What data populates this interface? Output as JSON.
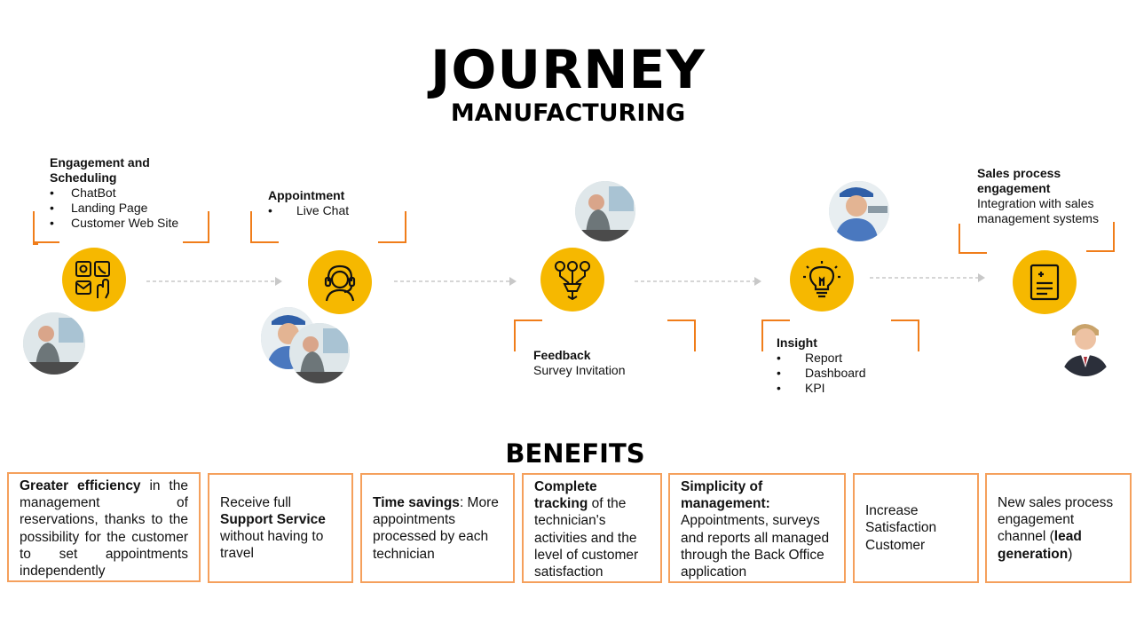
{
  "title": "JOURNEY",
  "subtitle": "MANUFACTURING",
  "stages": {
    "engagement": {
      "heading": "Engagement and Scheduling",
      "items": [
        "ChatBot",
        "Landing Page",
        "Customer Web Site"
      ]
    },
    "appointment": {
      "heading": "Appointment",
      "items": [
        "Live Chat"
      ]
    },
    "feedback": {
      "heading": "Feedback",
      "text": "Survey Invitation"
    },
    "insight": {
      "heading": "Insight",
      "items": [
        "Report",
        "Dashboard",
        "KPI"
      ]
    },
    "sales": {
      "heading": "Sales process engagement",
      "text": "Integration with sales management systems"
    }
  },
  "icons": [
    "contact-channels-icon",
    "headset-agent-icon",
    "feedback-funnel-icon",
    "lightbulb-icon",
    "document-icon"
  ],
  "benefits_title": "BENEFITS",
  "benefits": [
    {
      "bold": "Greater efficiency",
      "text": " in the management of reservations, thanks to the possibility for the customer to set appointments independently"
    },
    {
      "pre": "Receive full ",
      "bold": "Support Service",
      "text": " without having to travel"
    },
    {
      "bold": "Time savings",
      "text": ": More appointments processed by each technician"
    },
    {
      "bold": "Complete tracking",
      "text": " of the technician's activities and the level of customer satisfaction"
    },
    {
      "bold": "Simplicity of management:",
      "text": " Appointments, surveys and reports all managed through the Back Office application"
    },
    {
      "text": "Increase Satisfaction Customer"
    },
    {
      "pre": "New sales process engagement channel (",
      "bold": "lead generation",
      "text": ")"
    }
  ],
  "colors": {
    "accent": "#f6b800",
    "bracket": "#f07d1a",
    "benefit_border": "#f5a05c",
    "arrow": "#c8c8c8"
  }
}
